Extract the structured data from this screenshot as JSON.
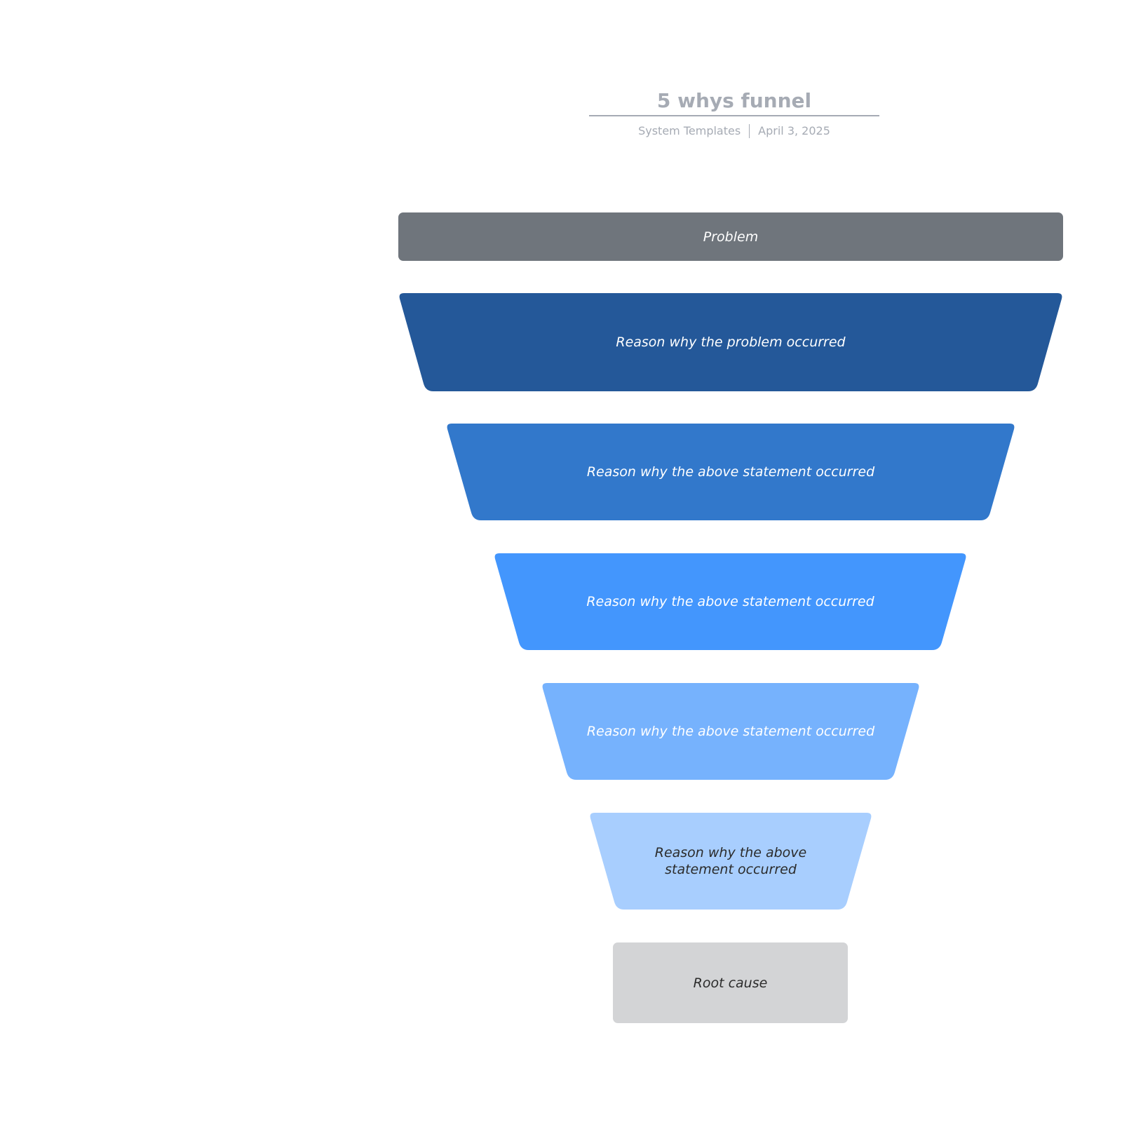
{
  "header": {
    "title": "5 whys funnel",
    "source": "System Templates",
    "date": "April 3, 2025"
  },
  "funnel": {
    "problem": {
      "label": "Problem",
      "fill": "#6f757c",
      "text_color": "#ffffff"
    },
    "whys": [
      {
        "label": "Reason why the problem occurred",
        "fill": "#245899",
        "text_color": "#ffffff"
      },
      {
        "label": "Reason why the above statement occurred",
        "fill": "#3278cb",
        "text_color": "#ffffff"
      },
      {
        "label": "Reason why the above statement occurred",
        "fill": "#4396fd",
        "text_color": "#ffffff"
      },
      {
        "label": "Reason why the above statement occurred",
        "fill": "#76b2fd",
        "text_color": "#ffffff"
      },
      {
        "label": "Reason why the above statement occurred",
        "fill": "#a8cefe",
        "text_color": "#2b2b2b"
      }
    ],
    "root_cause": {
      "label": "Root cause",
      "fill": "#d3d4d6",
      "text_color": "#2b2b2b"
    }
  }
}
